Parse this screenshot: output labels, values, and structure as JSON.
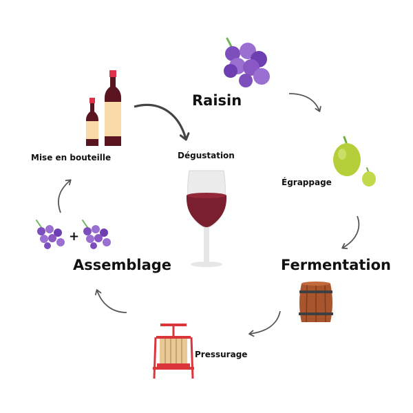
{
  "steps": {
    "raisin": "Raisin",
    "egrappage": "Égrappage",
    "fermentation": "Fermentation",
    "pressurage": "Pressurage",
    "assemblage": "Assemblage",
    "mise_en_bouteille": "Mise en bouteille",
    "degustation": "Dégustation"
  },
  "assemblage_plus": "+",
  "colors": {
    "text": "#111111",
    "arrow": "#555555",
    "grape_purple": "#8a58c4",
    "grape_green": "#b5cf3a",
    "wine_red": "#7a1f2e",
    "bottle_cap": "#e0314b",
    "label_cream": "#f8d9a8",
    "barrel_wood": "#a8552e",
    "press_red": "#d9353b"
  },
  "icons": [
    "purple-grapes-icon",
    "green-grapes-icon",
    "wine-barrel-icon",
    "fruit-press-icon",
    "wine-bottles-icon",
    "wine-glass-icon",
    "arrow-icon"
  ]
}
